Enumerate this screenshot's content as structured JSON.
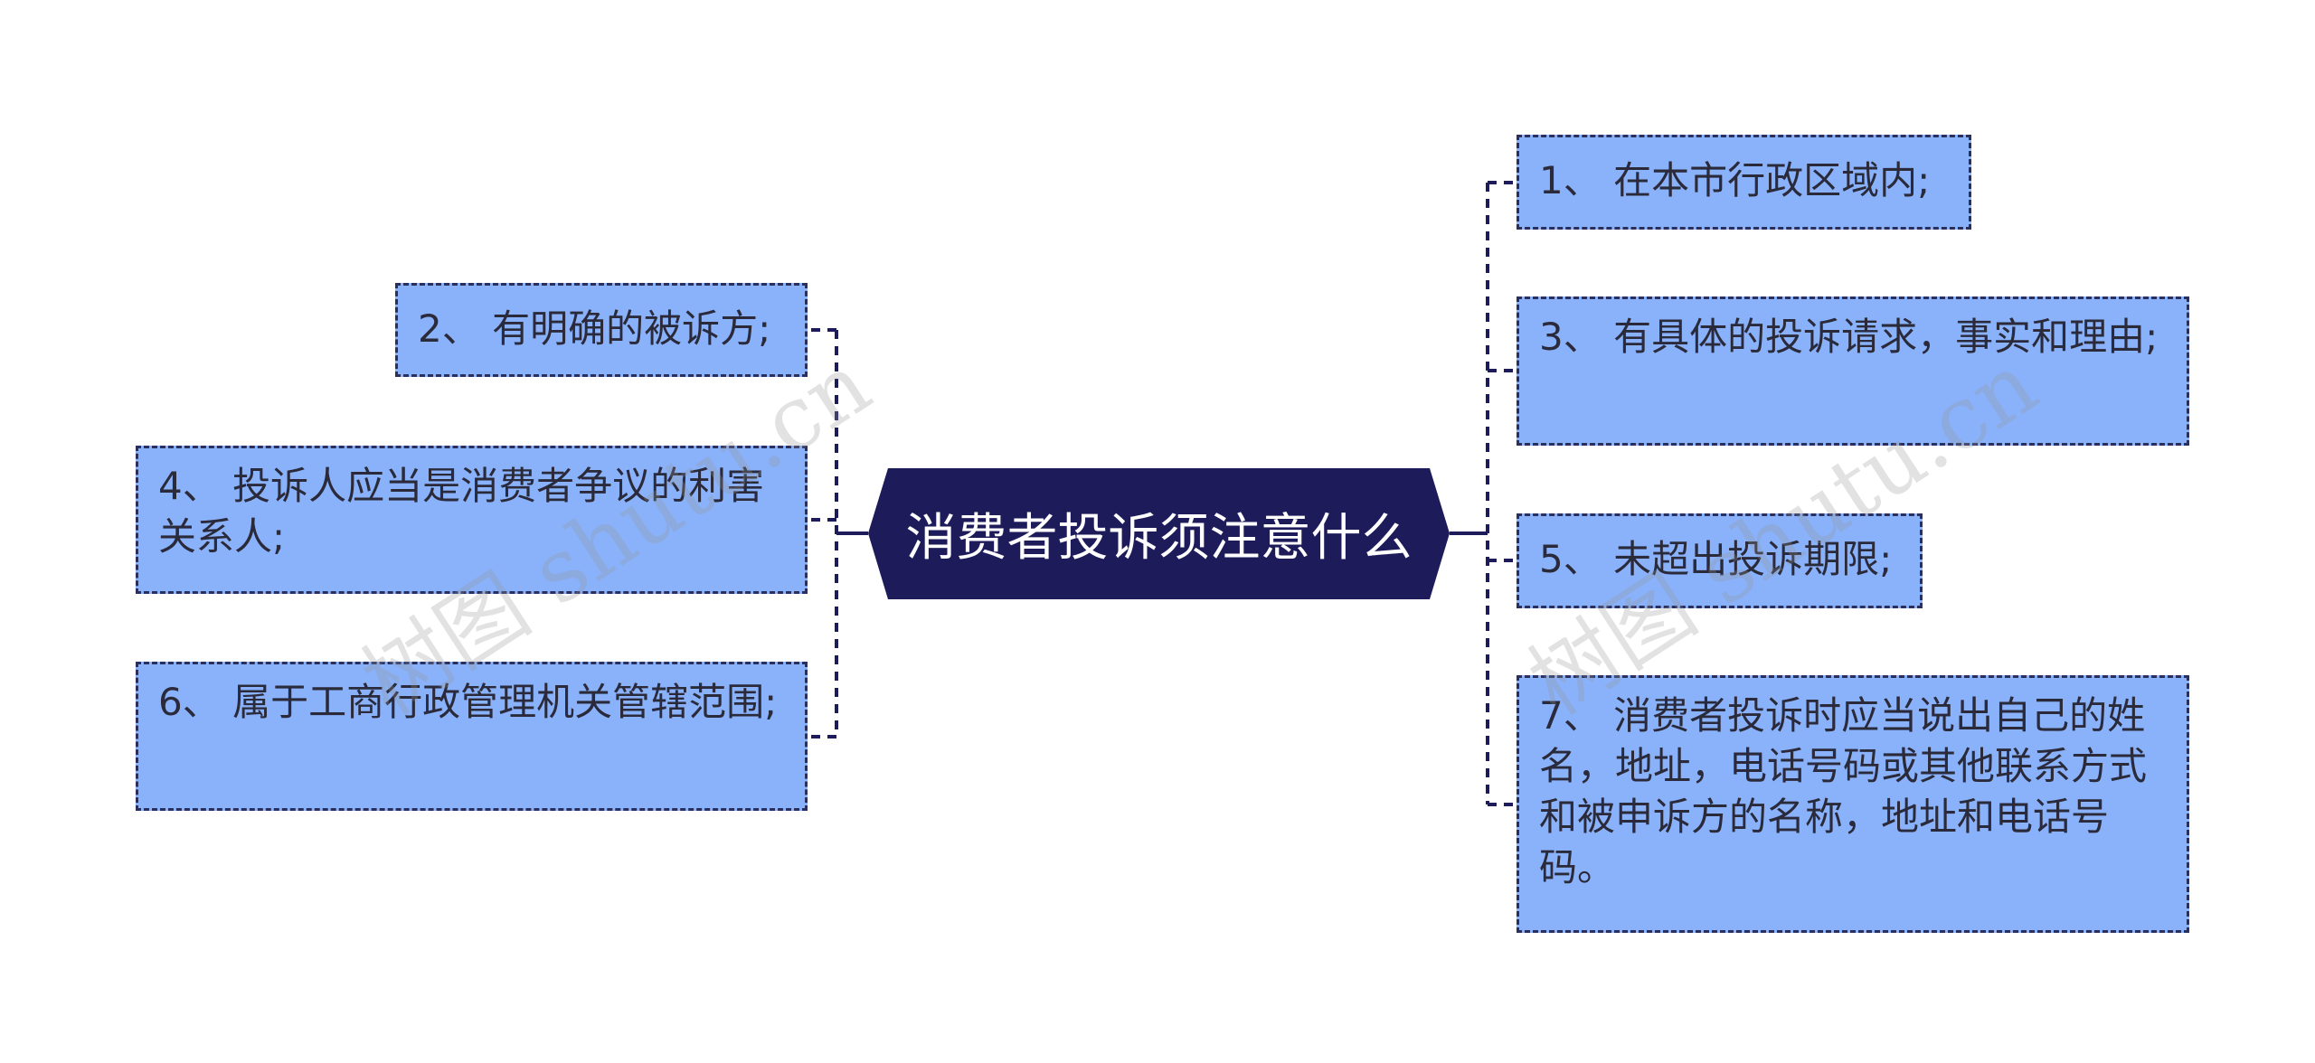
{
  "center": {
    "label": "消费者投诉须注意什么"
  },
  "left_branches": [
    {
      "label": "2、 有明确的被诉方;"
    },
    {
      "label": "4、 投诉人应当是消费者争议的利害关系人;"
    },
    {
      "label": "6、 属于工商行政管理机关管辖范围;"
    }
  ],
  "right_branches": [
    {
      "label": "1、 在本市行政区域内;"
    },
    {
      "label": "3、 有具体的投诉请求，事实和理由;"
    },
    {
      "label": "5、 未超出投诉期限;"
    },
    {
      "label": "7、 消费者投诉时应当说出自己的姓名，地址，电话号码或其他联系方式和被申诉方的名称，地址和电话号码。"
    }
  ],
  "watermark": {
    "text": "树图 shutu.cn"
  },
  "colors": {
    "center_fill": "#1d1b5a",
    "node_fill": "#8ab2fb",
    "node_border": "#2b2f5c",
    "connector": "#1d1b5a"
  }
}
